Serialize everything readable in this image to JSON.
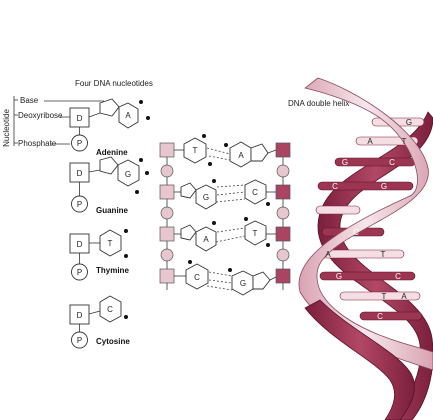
{
  "titles": {
    "nucleotides": "Four DNA nucleotides",
    "helix": "DNA double helix"
  },
  "legend": {
    "group": "Nucleotide",
    "base": "Base",
    "sugar": "Deoxyribose",
    "phosphate": "Phosphate"
  },
  "symbols": {
    "sugar": "D",
    "phosphate": "P"
  },
  "nucleotides": [
    {
      "name": "Adenine",
      "letter": "A"
    },
    {
      "name": "Guanine",
      "letter": "G"
    },
    {
      "name": "Thymine",
      "letter": "T"
    },
    {
      "name": "Cytosine",
      "letter": "C"
    }
  ],
  "ladder_pairs": [
    {
      "left": "T",
      "right": "A"
    },
    {
      "left": "G",
      "right": "C"
    },
    {
      "left": "A",
      "right": "T"
    },
    {
      "left": "C",
      "right": "G"
    }
  ],
  "helix_labels": [
    "G",
    "A",
    "T",
    "G",
    "C",
    "C",
    "G",
    "C",
    "A",
    "T",
    "G",
    "C",
    "T",
    "A",
    "C"
  ],
  "colors": {
    "strand_dark": "#9c3552",
    "strand_light": "#e9c6cf",
    "rung_dark": "#9c3552",
    "rung_light": "#f4dde3"
  }
}
